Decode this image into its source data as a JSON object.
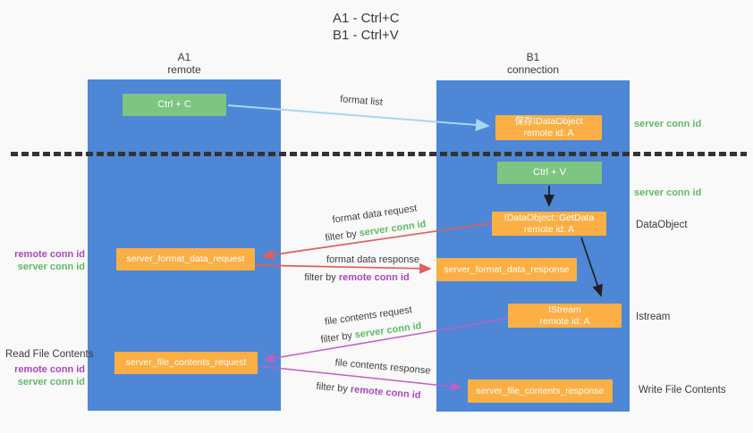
{
  "title": {
    "line1": "A1 - Ctrl+C",
    "line2": "B1 - Ctrl+V"
  },
  "lanes": {
    "left": {
      "name": "A1",
      "role": "remote"
    },
    "right": {
      "name": "B1",
      "role": "connection"
    }
  },
  "nodes": {
    "ctrl_c": {
      "label": "Ctrl + C"
    },
    "save_idataobject": {
      "line1": "保存IDataObject",
      "line2": "remote id: A"
    },
    "ctrl_v": {
      "label": "Ctrl + V"
    },
    "getdata": {
      "line1": "IDataObject::GetData",
      "line2": "remote id: A"
    },
    "format_request": {
      "label": "server_format_data_request"
    },
    "format_response": {
      "label": "server_format_data_response"
    },
    "istream": {
      "line1": "IStream",
      "line2": "remote id: A"
    },
    "file_request": {
      "label": "server_file_contents_request"
    },
    "file_response": {
      "label": "server_file_contents_response"
    }
  },
  "flow_labels": {
    "format_list": "format list",
    "format_data_request": "format data request",
    "format_data_response": "format data response",
    "file_contents_request": "file contents request",
    "file_contents_response": "file contents response",
    "filter_by": "filter by ",
    "server_conn_id": "server conn id",
    "remote_conn_id": "remote conn id"
  },
  "side_labels": {
    "server_conn_id_top": "server conn id",
    "server_conn_id_mid": "server conn id",
    "dataobject": "DataObject",
    "istream": "Istream",
    "write_file_contents": "Write File Contents",
    "read_file_contents": "Read File Contents",
    "format_pair": {
      "remote": "remote conn id",
      "server": "server conn id"
    },
    "file_pair": {
      "remote": "remote conn id",
      "server": "server conn id"
    }
  },
  "colors": {
    "lane_blue": "#4d87d6",
    "box_green": "#7dc581",
    "box_orange": "#fbaf44",
    "arrow_light_blue": "#a9d7f2",
    "arrow_red": "#e25d5d",
    "arrow_magenta": "#bf5fc4",
    "arrow_black": "#1f1f1f",
    "text_green": "#5fba61",
    "text_purple": "#ab47bc"
  }
}
